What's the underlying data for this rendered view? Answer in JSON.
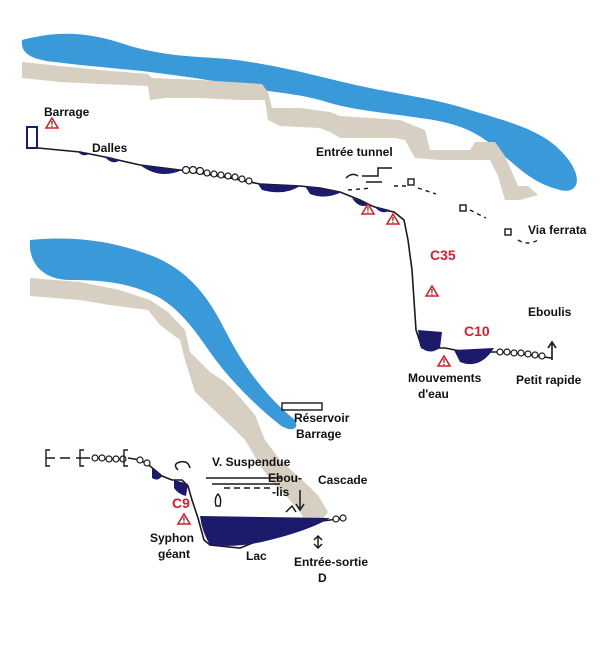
{
  "colors": {
    "water": "#3a9ad9",
    "rock": "#d6cfc2",
    "pool": "#1c1a6b",
    "line": "#1a1a1a",
    "rappel": "#d6202a",
    "warning": "#d6202a"
  },
  "labels": {
    "barrage_top": "Barrage",
    "dalles": "Dalles",
    "entree_tunnel": "Entrée tunnel",
    "via_ferrata": "Via ferrata",
    "c35": "C35",
    "c10": "C10",
    "eboulis_top": "Eboulis",
    "mouvements_1": "Mouvements",
    "mouvements_2": "d'eau",
    "petit_rapide": "Petit rapide",
    "reservoir_1": "Réservoir",
    "reservoir_2": "Barrage",
    "v_suspendue": "V. Suspendue",
    "ebou_1": "Ebou-",
    "ebou_2": "-lis",
    "cascade": "Cascade",
    "c9": "C9",
    "syphon_1": "Syphon",
    "syphon_2": "géant",
    "lac": "Lac",
    "entree_sortie_1": "Entrée-sortie",
    "entree_sortie_2": "D"
  },
  "icons": [
    "warning-triangle-icon",
    "arrow-icon",
    "boulder-chain-icon",
    "dam-icon"
  ]
}
